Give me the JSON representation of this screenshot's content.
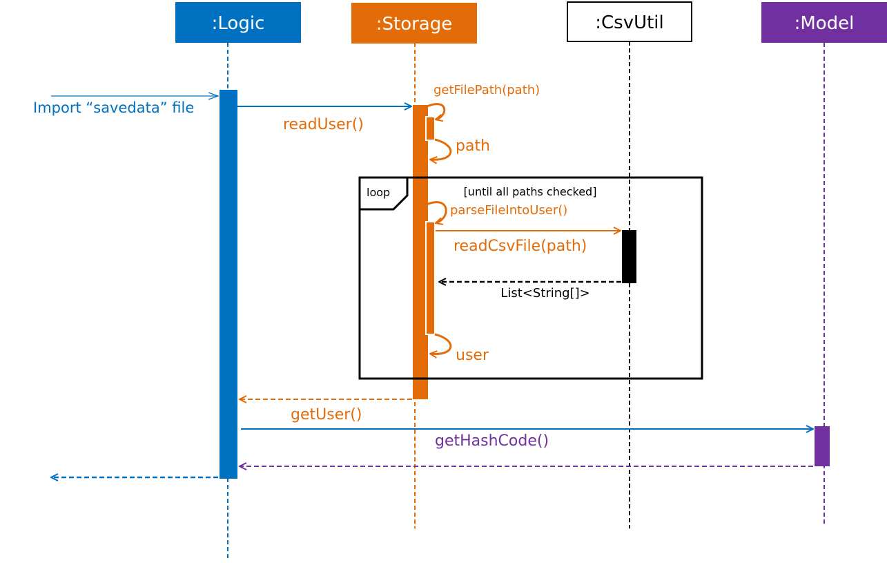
{
  "colors": {
    "logic": "#0070c0",
    "storage": "#e36c09",
    "csvutil": "#000000",
    "model": "#7030a0",
    "background": "#ffffff"
  },
  "lifelines": {
    "logic": ":Logic",
    "storage": ":Storage",
    "csvutil": ":CsvUtil",
    "model": ":Model"
  },
  "messages": {
    "import": "Import “savedata” file",
    "read_user": "readUser()",
    "get_file_path": "getFilePath(path)",
    "path": "path",
    "parse_file": "parseFileIntoUser()",
    "read_csv": "readCsvFile(path)",
    "list_return": "List<String[]>",
    "user": "user",
    "get_user": "getUser()",
    "get_hash": "getHashCode()"
  },
  "loop": {
    "tag": "loop",
    "guard": "[until all paths checked]"
  }
}
